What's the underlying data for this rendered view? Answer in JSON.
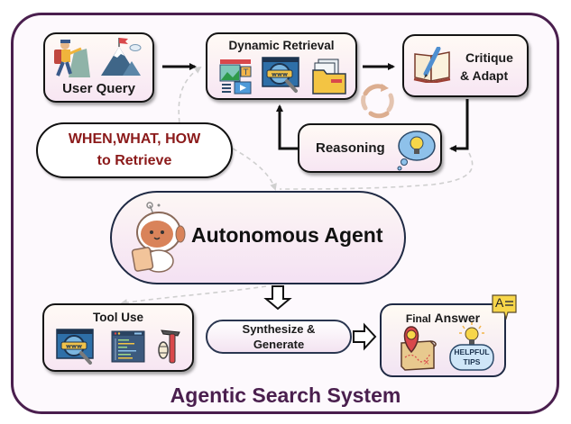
{
  "diagram": {
    "title": "Agentic Search System",
    "nodes": {
      "user_query": {
        "label": "User Query",
        "icons": [
          "climber-icon",
          "mountain-flag-icon"
        ]
      },
      "dynamic_retrieval": {
        "label": "Dynamic Retrieval",
        "icons": [
          "media-content-icon",
          "web-search-icon",
          "folder-icon"
        ]
      },
      "critique_adapt": {
        "label_line1": "Critique",
        "label_line2": "& Adapt",
        "icons": [
          "notebook-pen-icon"
        ]
      },
      "reasoning": {
        "label": "Reasoning",
        "icons": [
          "lightbulb-thought-icon"
        ]
      },
      "when_what_how": {
        "line1": "WHEN,WHAT, HOW",
        "line2": "to Retrieve"
      },
      "autonomous_agent": {
        "label": "Autonomous Agent",
        "icons": [
          "robot-astronaut-icon"
        ]
      },
      "tool_use": {
        "label": "Tool Use",
        "icons": [
          "web-search-icon",
          "code-editor-icon",
          "hammer-rope-icon"
        ]
      },
      "synthesize": {
        "line1": "Synthesize &",
        "line2": "Generate"
      },
      "final_answer": {
        "label_a": "Final",
        "label_b": "Answer",
        "tips_line1": "HELPFUL",
        "tips_line2": "TIPS",
        "badge": "A",
        "icons": [
          "treasure-map-icon",
          "helpful-tips-icon",
          "answer-note-icon"
        ]
      }
    },
    "edges": [
      {
        "from": "user_query",
        "to": "dynamic_retrieval",
        "style": "solid"
      },
      {
        "from": "dynamic_retrieval",
        "to": "critique_adapt",
        "style": "solid"
      },
      {
        "from": "critique_adapt",
        "to": "reasoning",
        "style": "solid"
      },
      {
        "from": "reasoning",
        "to": "dynamic_retrieval",
        "style": "solid"
      },
      {
        "from": "autonomous_agent",
        "to": "synthesize",
        "style": "hollow"
      },
      {
        "from": "synthesize",
        "to": "final_answer",
        "style": "hollow"
      },
      {
        "from": "autonomous_agent",
        "to": "tool_use",
        "style": "dashed"
      },
      {
        "from": "when_what_how",
        "to": "dynamic_retrieval",
        "style": "dashed"
      },
      {
        "from": "reasoning",
        "to": "autonomous_agent",
        "style": "dashed"
      }
    ],
    "colors": {
      "frame": "#4a1f4e",
      "title": "#4a1f4e",
      "when_text": "#8b1a1a",
      "cycle": "#d9a98a"
    }
  }
}
